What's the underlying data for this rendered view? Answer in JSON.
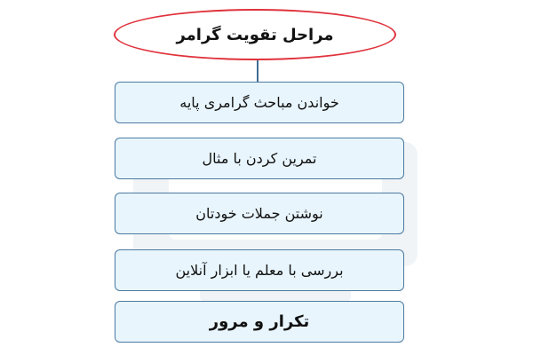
{
  "diagram": {
    "title": "مراحل تقویت گرامر",
    "steps": [
      "خواندن مباحث گرامری پایه",
      "تمرین کردن با مثال",
      "نوشتن جملات خودتان",
      "بررسی با معلم یا ابزار آنلاین",
      "تکرار و مرور"
    ]
  },
  "colors": {
    "ellipse_border": "#e0323c",
    "box_fill": "#e8f5fc",
    "box_border": "#4b7aa1"
  }
}
